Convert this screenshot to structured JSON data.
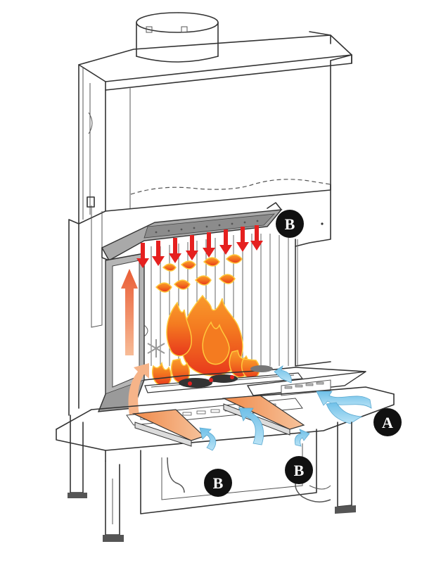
{
  "labels": {
    "a": "A",
    "b_top": "B",
    "b_bottom_left": "B",
    "b_bottom_right": "B"
  },
  "colors": {
    "flame_outer": "#e8381c",
    "flame_mid": "#f47b20",
    "flame_inner": "#ffc93c",
    "hot_air_arrow": "#e5201f",
    "warm_air_arrow": "#f4a46a",
    "cold_air_arrow": "#8fd0ee",
    "label_circle": "#111111",
    "casing_grey": "#a9a9a9",
    "outline": "#333333"
  }
}
